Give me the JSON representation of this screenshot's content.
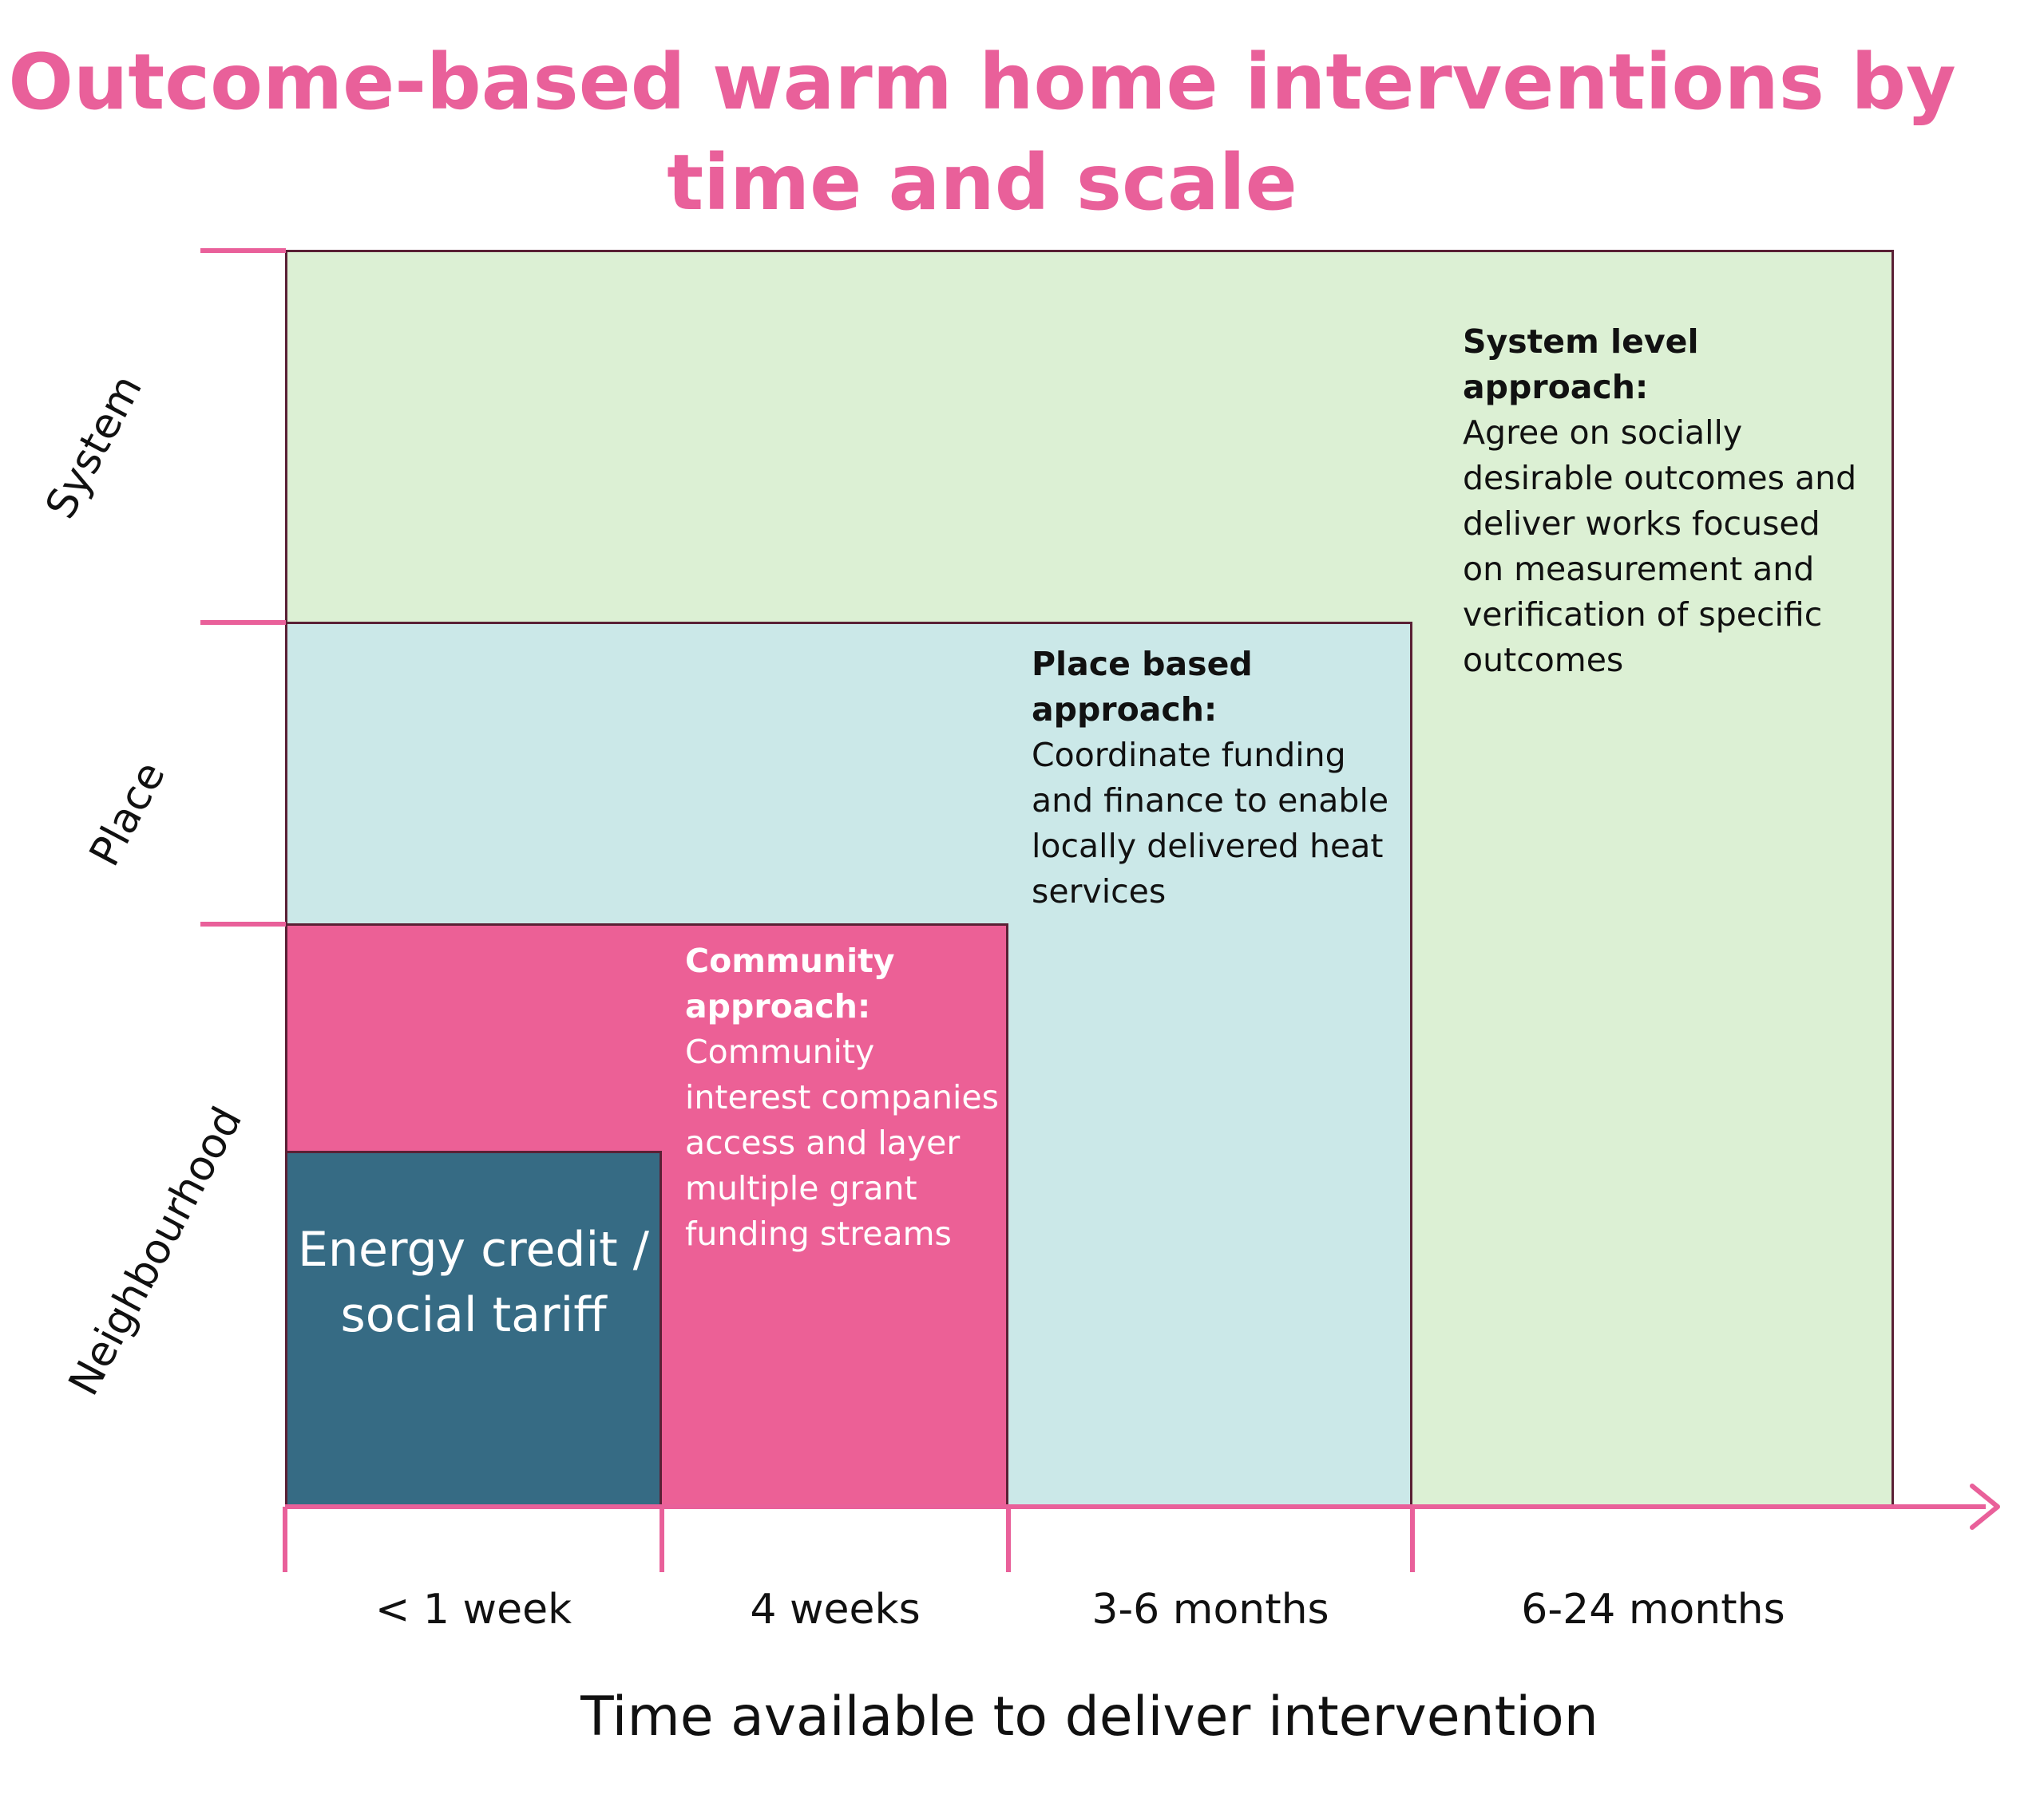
{
  "title": "Outcome-based warm home interventions by time and scale",
  "blocks": {
    "system": {
      "heading": "System level approach:",
      "body": "Agree on socially desirable outcomes and deliver works focused on measurement and verification of specific outcomes"
    },
    "place": {
      "heading": "Place based approach:",
      "body": "Coordinate funding and finance to enable locally delivered heat services"
    },
    "community": {
      "heading": "Community approach:",
      "body": "Community interest companies access and layer multiple grant funding streams"
    },
    "energy": {
      "label": "Energy credit / social tariff"
    }
  },
  "x_axis": {
    "title": "Time available to deliver intervention",
    "ticks": [
      "< 1 week",
      "4 weeks",
      "3-6 months",
      "6-24 months"
    ]
  },
  "y_axis": {
    "levels": [
      "System",
      "Place",
      "Neighbourhood"
    ]
  },
  "colors": {
    "accent": "#e9609a",
    "system_fill": "#dcf0d4",
    "place_fill": "#cbe8e8",
    "community_fill": "#ec6096",
    "energy_fill": "#366b84",
    "border": "#5a2035"
  }
}
